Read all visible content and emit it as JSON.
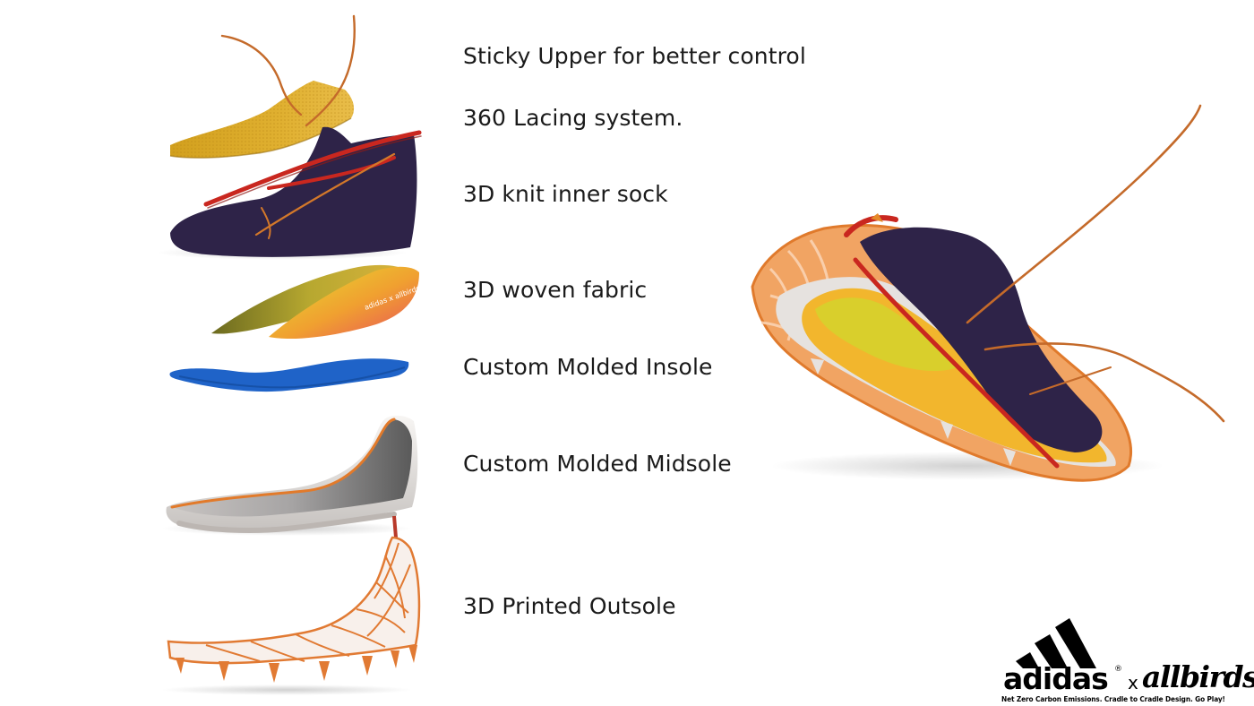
{
  "labels": {
    "upper": "Sticky Upper for better control",
    "lacing": "360 Lacing system.",
    "sock": "3D knit inner sock",
    "fabric": "3D woven fabric",
    "insole": "Custom Molded Insole",
    "midsole": "Custom Molded Midsole",
    "outsole": "3D Printed Outsole"
  },
  "brand": {
    "adidas": "adidas",
    "registered": "®",
    "x": "x",
    "allbirds": "allbirds",
    "tagline": "Net Zero Carbon Emissions. Cradle to Cradle Design. Go Play!"
  },
  "fabric_logo_text": "adidas x allbirds",
  "colors": {
    "upper_yellow": "#d9a21c",
    "lace_orange": "#d97826",
    "sock_navy": "#2e2348",
    "red_trim": "#c9271f",
    "insole_blue": "#1f63c8",
    "midsole_white": "#ebe8e6",
    "midsole_grey": "#8d8d8d",
    "outsole_orange": "#e17a33"
  }
}
